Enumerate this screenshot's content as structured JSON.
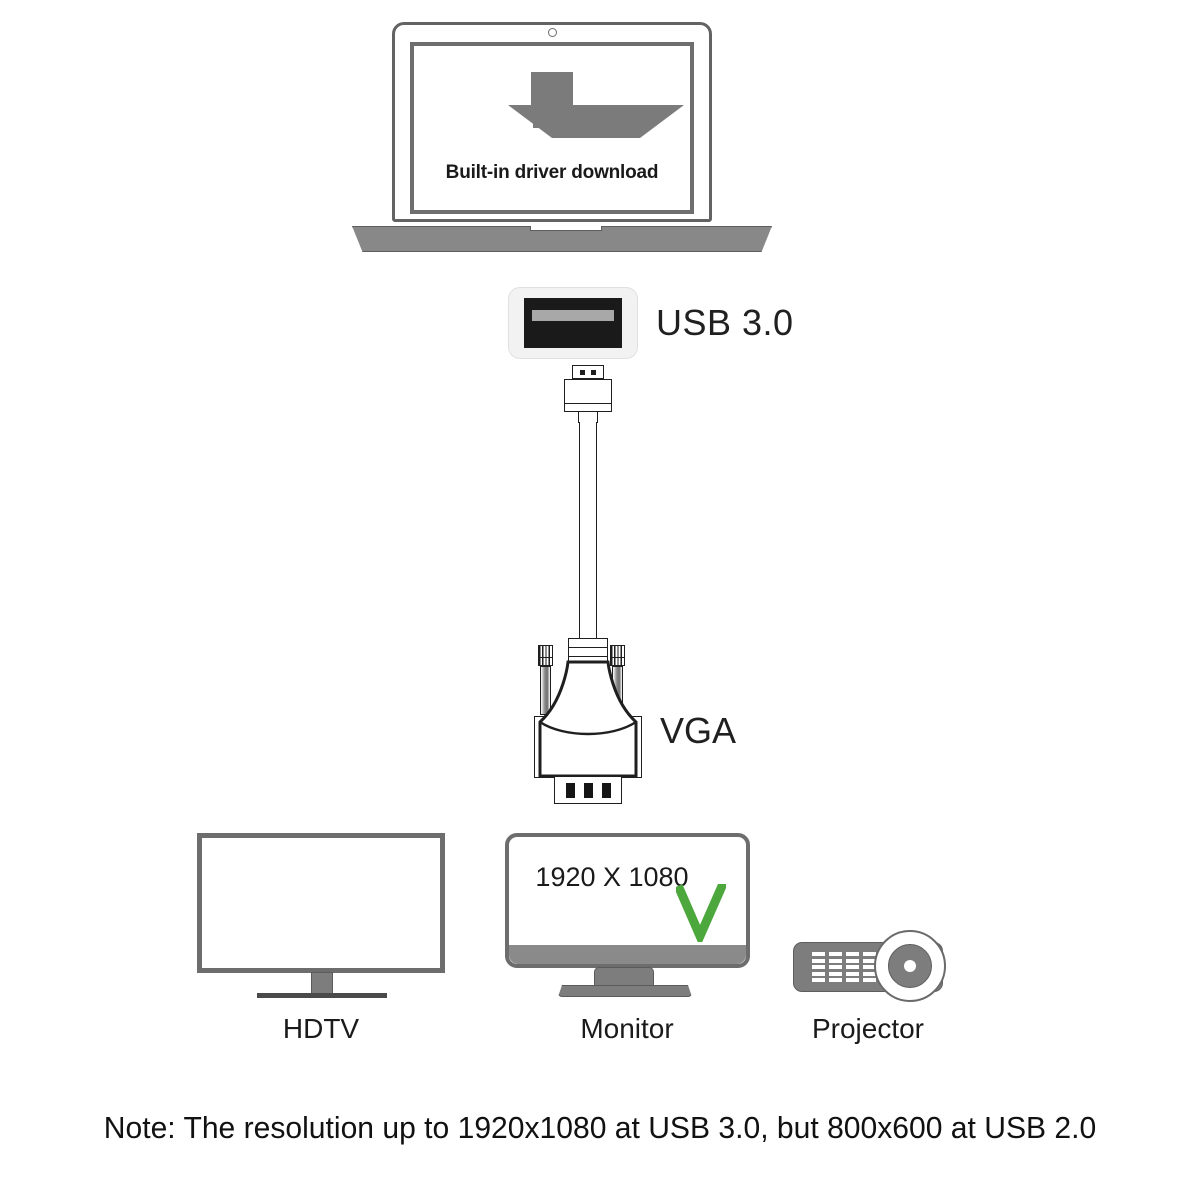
{
  "diagram": {
    "title": "USB 3.0 to VGA adapter connection diagram",
    "colors": {
      "outline_dark": "#1f1f1f",
      "device_gray": "#7d7d7d",
      "frame_gray": "#6d6d6d",
      "arrow_gray": "#7b7b7b",
      "check_green": "#4CA83C",
      "text_black": "#1a1a1a",
      "background": "#ffffff"
    }
  },
  "laptop": {
    "screen_caption": "Built-in driver download",
    "download_icon": "download-arrow-icon",
    "webcam_icon": "webcam-dot-icon"
  },
  "usb": {
    "port_label": "USB 3.0",
    "port_icon": "usb-port-icon",
    "plug_icon": "usb-type-a-plug-icon",
    "cable_icon": "cable-icon"
  },
  "vga": {
    "label": "VGA",
    "connector_icon": "vga-connector-icon",
    "screw_icon": "thumbscrew-icon",
    "pin_count": 3
  },
  "displays": [
    {
      "id": "hdtv",
      "label": "HDTV",
      "icon": "tv-icon",
      "screen_text": "",
      "supported": null
    },
    {
      "id": "monitor",
      "label": "Monitor",
      "icon": "monitor-icon",
      "screen_text": "1920 X 1080",
      "supported": true,
      "check_icon": "green-check-icon"
    },
    {
      "id": "projector",
      "label": "Projector",
      "icon": "projector-icon",
      "screen_text": "",
      "supported": null
    }
  ],
  "note": {
    "text": "Note: The resolution up to 1920x1080 at USB 3.0, but 800x600 at USB 2.0"
  }
}
